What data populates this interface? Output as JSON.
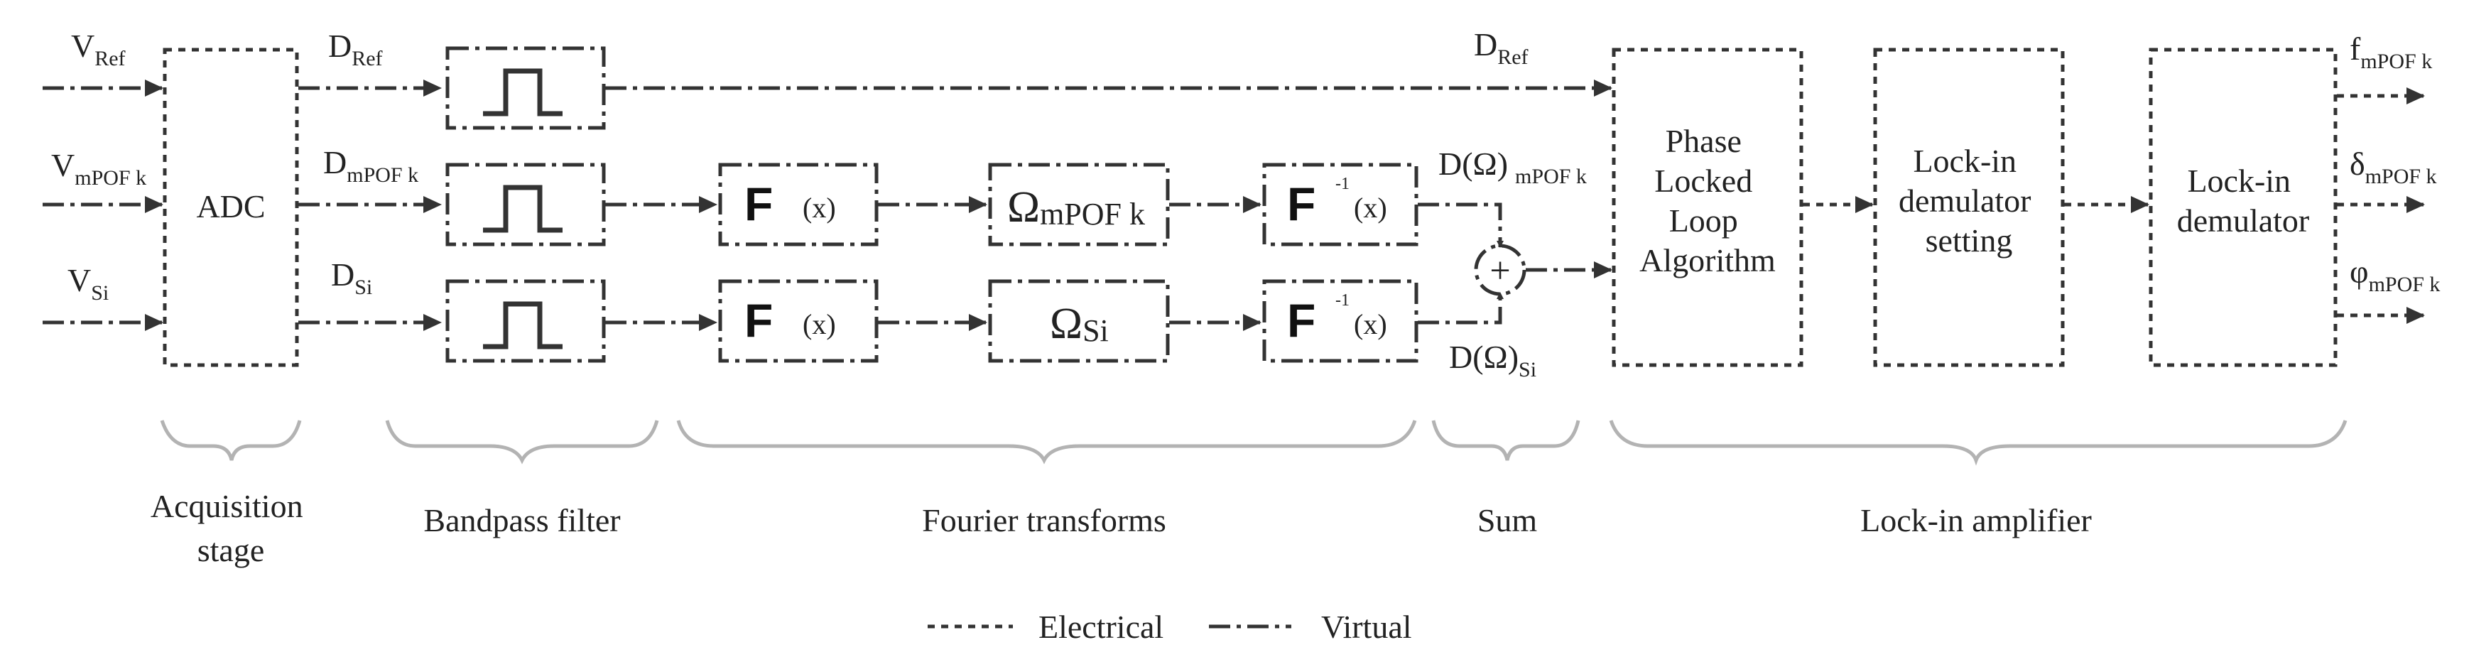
{
  "inputs": {
    "v_ref": {
      "main": "V",
      "sub": "Ref"
    },
    "v_mpof": {
      "main": "V",
      "sub": "mPOF k"
    },
    "v_si": {
      "main": "V",
      "sub": "Si"
    }
  },
  "signals": {
    "d_ref": {
      "main": "D",
      "sub": "Ref"
    },
    "d_mpof": {
      "main": "D",
      "sub": "mPOF k"
    },
    "d_si": {
      "main": "D",
      "sub": "Si"
    },
    "d_ref_long": {
      "main": "D",
      "sub": "Ref"
    },
    "d_omega_mpof": {
      "main": "D(Ω)",
      "sub": "mPOF k"
    },
    "d_omega_si": {
      "main": "D(Ω)",
      "sub": "Si"
    }
  },
  "blocks": {
    "adc": "ADC",
    "fft_symbol": "F",
    "fft_arg": "(x)",
    "ifft_symbol": "F",
    "ifft_exp": "-1",
    "ifft_arg": "(x)",
    "omega_mpof": {
      "main": "Ω",
      "sub": "mPOF k"
    },
    "omega_si": {
      "main": "Ω",
      "sub": "Si"
    },
    "sum_symbol": "+",
    "pll": [
      "Phase",
      "Locked",
      "Loop",
      "Algorithm"
    ],
    "lockin_setting": [
      "Lock-in",
      "demulator",
      "setting"
    ],
    "lockin_demod": [
      "Lock-in",
      "demulator"
    ]
  },
  "outputs": {
    "f": {
      "main": "f",
      "sub": "mPOF k"
    },
    "delta": {
      "main": "δ",
      "sub": "mPOF k"
    },
    "phi": {
      "main": "φ",
      "sub": "mPOF k"
    }
  },
  "stages": {
    "acquisition": [
      "Acquisition",
      "stage"
    ],
    "bandpass": "Bandpass filter",
    "fourier": "Fourier transforms",
    "sum": "Sum",
    "lockin": "Lock-in amplifier"
  },
  "legend": {
    "electrical": "Electrical",
    "virtual": "Virtual"
  },
  "colors": {
    "line": "#333333",
    "brace": "#b3b3b3",
    "text": "#222222"
  }
}
